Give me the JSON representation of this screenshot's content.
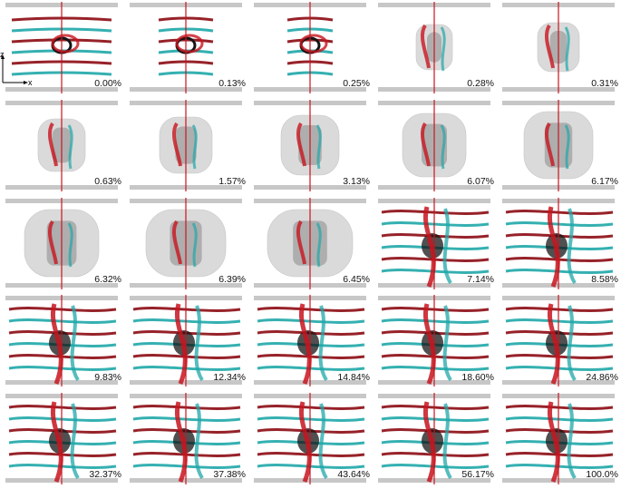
{
  "panels": [
    {
      "label": "0.00%"
    },
    {
      "label": "0.13%"
    },
    {
      "label": "0.25%"
    },
    {
      "label": "0.28%"
    },
    {
      "label": "0.31%"
    },
    {
      "label": "0.63%"
    },
    {
      "label": "1.57%"
    },
    {
      "label": "3.13%"
    },
    {
      "label": "6.07%"
    },
    {
      "label": "6.17%"
    },
    {
      "label": "6.32%"
    },
    {
      "label": "6.39%"
    },
    {
      "label": "6.45%"
    },
    {
      "label": "7.14%"
    },
    {
      "label": "8.58%"
    },
    {
      "label": "9.83%"
    },
    {
      "label": "12.34%"
    },
    {
      "label": "14.84%"
    },
    {
      "label": "18.60%"
    },
    {
      "label": "24.86%"
    },
    {
      "label": "32.37%"
    },
    {
      "label": "37.38%"
    },
    {
      "label": "43.64%"
    },
    {
      "label": "56.17%"
    },
    {
      "label": "100.0%"
    }
  ],
  "axes": {
    "z_label": "z",
    "x_label": "x"
  },
  "colors": {
    "red": "#c8141e",
    "dark_red": "#8c0a12",
    "cyan": "#1fa7a8",
    "gray": "#bdbdbd",
    "black": "#151515"
  }
}
